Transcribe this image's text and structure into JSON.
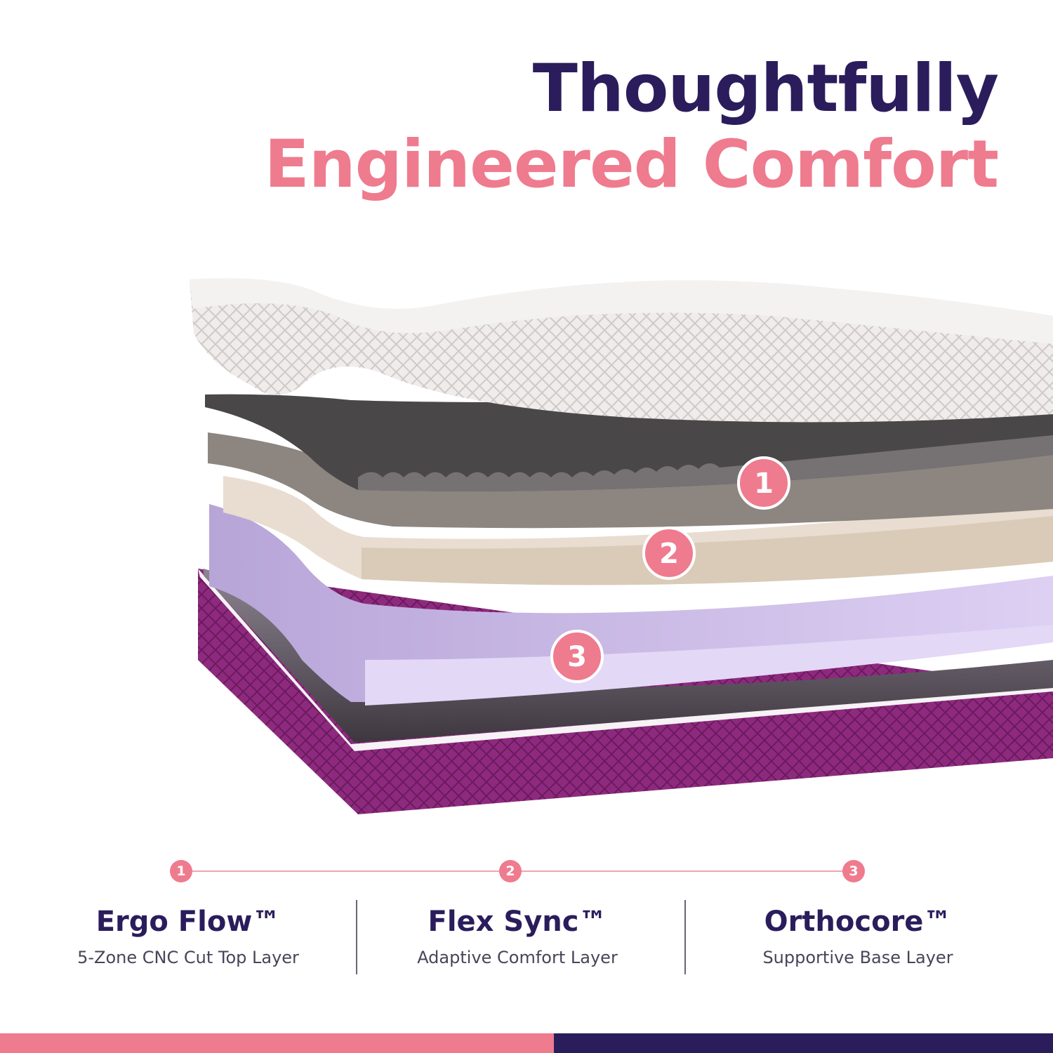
{
  "headline": {
    "line1": "Thoughtfully",
    "line2": "Engineered Comfort"
  },
  "colors": {
    "navy": "#2b1d5c",
    "pink": "#ef7b8e"
  },
  "layer_markers": [
    "1",
    "2",
    "3"
  ],
  "features": [
    {
      "number": "1",
      "name": "Ergo Flow™",
      "description": "5-Zone CNC Cut Top Layer"
    },
    {
      "number": "2",
      "name": "Flex Sync™",
      "description": "Adaptive Comfort Layer"
    },
    {
      "number": "3",
      "name": "Orthocore™",
      "description": "Supportive Base Layer"
    }
  ]
}
